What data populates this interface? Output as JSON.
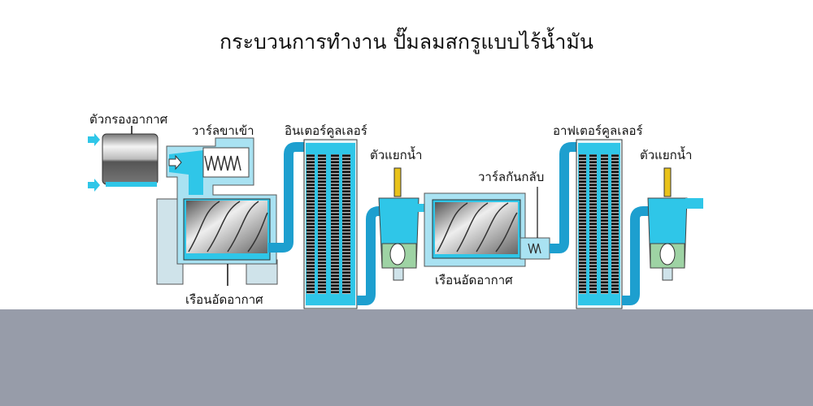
{
  "title": "กระบวนการทำงาน ปั๊มลมสกรูแบบไร้น้ำมัน",
  "labels": {
    "air_filter": "ตัวกรองอากาศ",
    "inlet_valve": "วาร์ลขาเข้า",
    "intercooler": "อินเตอร์คูลเลอร์",
    "water_separator_1": "ตัวแยกน้ำ",
    "compression_housing_1": "เรือนอัดอากาศ",
    "check_valve": "วาร์ลกันกลับ",
    "compression_housing_2": "เรือนอัดอากาศ",
    "aftercooler": "อาฟเตอร์คูลเลอร์",
    "water_separator_2": "ตัวแยกน้ำ"
  },
  "colors": {
    "pipe": "#1d9fcf",
    "cyan": "#2fc6e8",
    "housing": "#a9e2f2",
    "support": "#cfe3ea",
    "band": "#979ca9"
  }
}
